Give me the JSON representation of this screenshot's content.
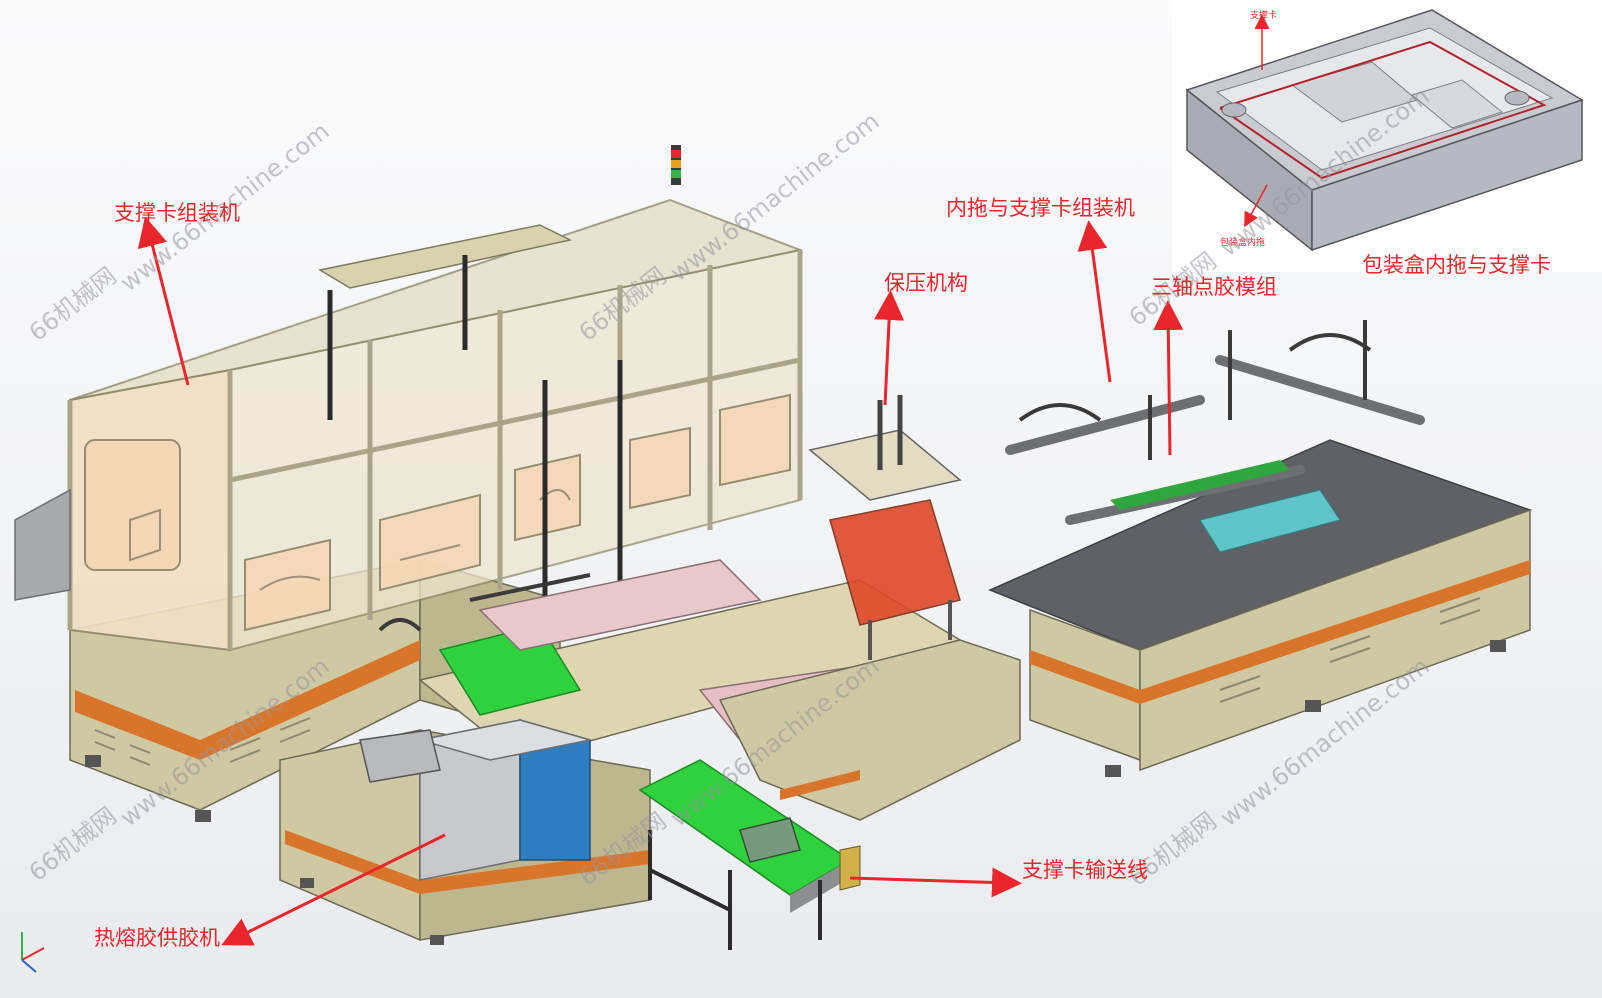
{
  "labels": {
    "support_card_assembler": "支撑卡组装机",
    "inner_tray_support_assembler": "内拖与支撑卡组装机",
    "press_mechanism": "保压机构",
    "three_axis_glue": "三轴点胶模组",
    "inset_caption": "包装盒内拖与支撑卡",
    "conveyor": "支撑卡输送线",
    "hot_melt_glue": "热熔胶供胶机"
  },
  "inset_labels": {
    "support_card": "支撑卡",
    "inner_tray": "包装盒内拖"
  },
  "watermarks": {
    "cn": "66机械网",
    "en": "www.66machine.com"
  },
  "colors": {
    "label": "#e8262b",
    "frame": "#c9c49a",
    "glass": "#f2dfc4",
    "conveyor": "#2fd13c",
    "base_stripe": "#d9752a"
  }
}
